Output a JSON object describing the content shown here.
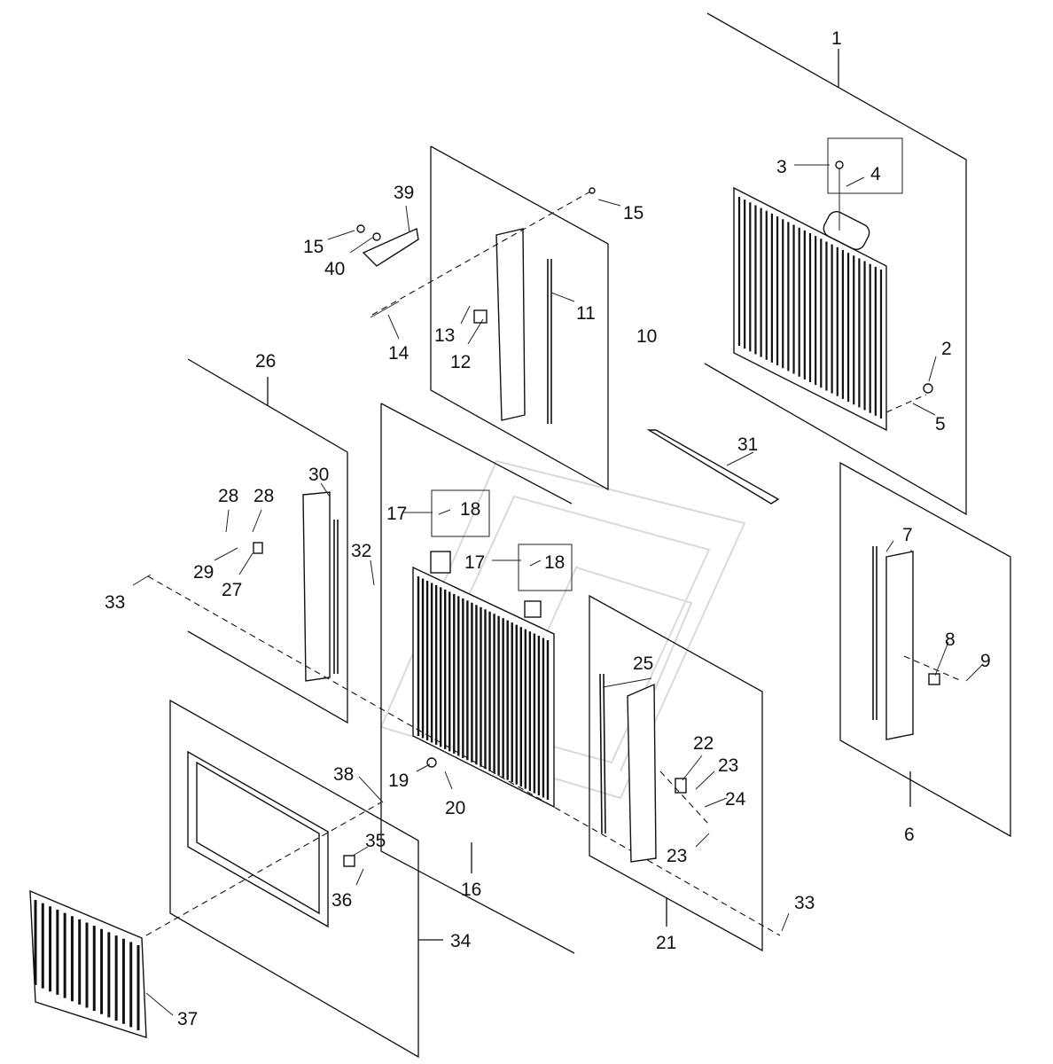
{
  "figure": {
    "callouts": {
      "c1": "1",
      "c2": "2",
      "c3": "3",
      "c4": "4",
      "c5": "5",
      "c6": "6",
      "c7": "7",
      "c8": "8",
      "c9": "9",
      "c10": "10",
      "c11": "11",
      "c12": "12",
      "c13": "13",
      "c14": "14",
      "c15a": "15",
      "c15b": "15",
      "c16": "16",
      "c17a": "17",
      "c17b": "17",
      "c18a": "18",
      "c18b": "18",
      "c19": "19",
      "c20": "20",
      "c21": "21",
      "c22": "22",
      "c23a": "23",
      "c23b": "23",
      "c24": "24",
      "c25": "25",
      "c26": "26",
      "c27": "27",
      "c28a": "28",
      "c28b": "28",
      "c29": "29",
      "c30": "30",
      "c31": "31",
      "c32": "32",
      "c33a": "33",
      "c33b": "33",
      "c34": "34",
      "c35": "35",
      "c36": "36",
      "c37": "37",
      "c38": "38",
      "c39": "39",
      "c40": "40"
    }
  }
}
